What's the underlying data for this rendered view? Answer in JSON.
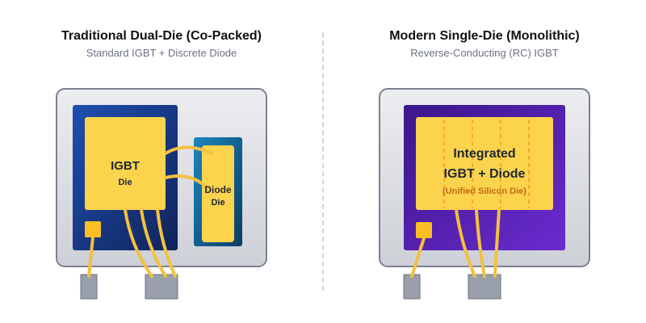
{
  "left": {
    "title": "Traditional Dual-Die (Co-Packed)",
    "subtitle": "Standard IGBT + Discrete Diode",
    "igbt_label": "IGBT",
    "igbt_sub": "Die",
    "diode_label": "Diode",
    "diode_sub": "Die"
  },
  "right": {
    "title": "Modern Single-Die (Monolithic)",
    "subtitle": "Reverse-Conducting (RC) IGBT",
    "die_line1": "Integrated",
    "die_line2": "IGBT + Diode",
    "die_line3": "(Unified Silicon Die)"
  },
  "colors": {
    "package": "#e3e4e8",
    "package_border": "#7b8190",
    "blue_substrate": "#1b3c8f",
    "teal_substrate": "#12689a",
    "purple_substrate": "#4a1fa0",
    "die_yellow": "#fcd34d",
    "wire": "#f4c13e",
    "lead": "#9aa0ab",
    "accent_text": "#c26a12"
  }
}
